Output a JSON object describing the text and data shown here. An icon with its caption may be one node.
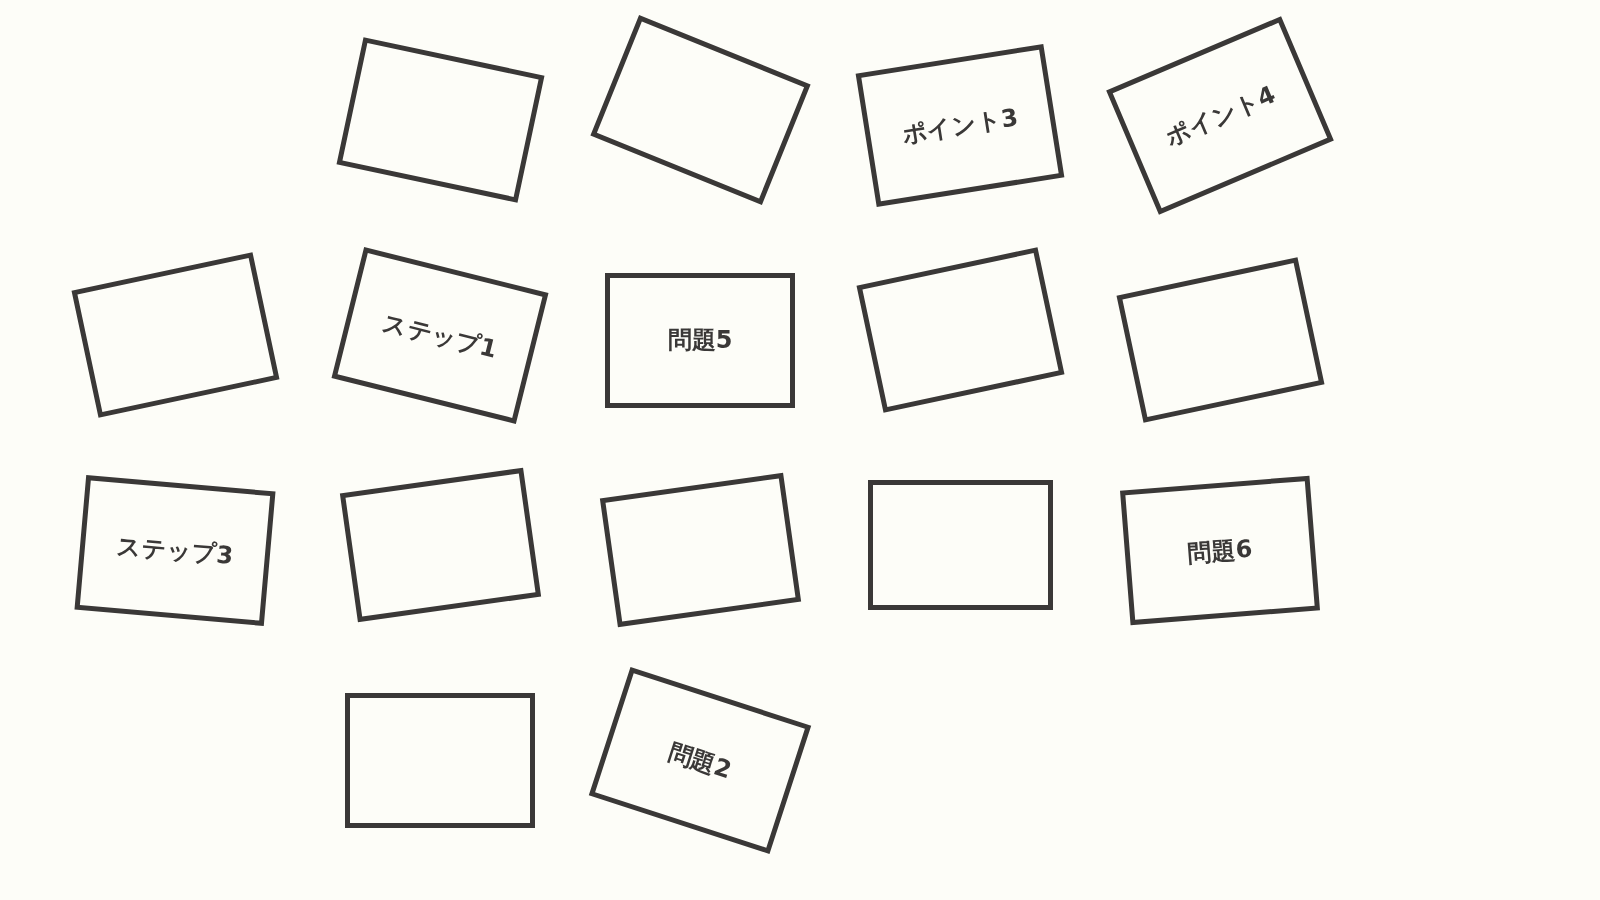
{
  "diagram": {
    "nodes": [
      {
        "text": [],
        "shape": "box"
      },
      {
        "text": [],
        "shape": "box"
      },
      {
        "text": [],
        "shape": "box"
      },
      {
        "text": [
          "ポイント4"
        ]
      },
      {
        "text": [],
        "shape": "box"
      },
      {
        "text": [],
        "shape": "box"
      },
      {
        "text": [
          "ステップ1"
        ]
      },
      {
        "text": [
          "ポイント3"
        ]
      },
      {
        "text": [],
        "shape": "box"
      },
      {
        "text": [
          "ステップ3"
        ]
      },
      {
        "text": [],
        "shape": "box"
      },
      {
        "text": [],
        "shape": "box"
      },
      {
        "text": [],
        "shape": "box"
      },
      {
        "text": [
          "問題5"
        ]
      },
      {
        "text": [
          "問題6"
        ]
      },
      {
        "text": [
          "問題2"
        ]
      }
    ]
  }
}
